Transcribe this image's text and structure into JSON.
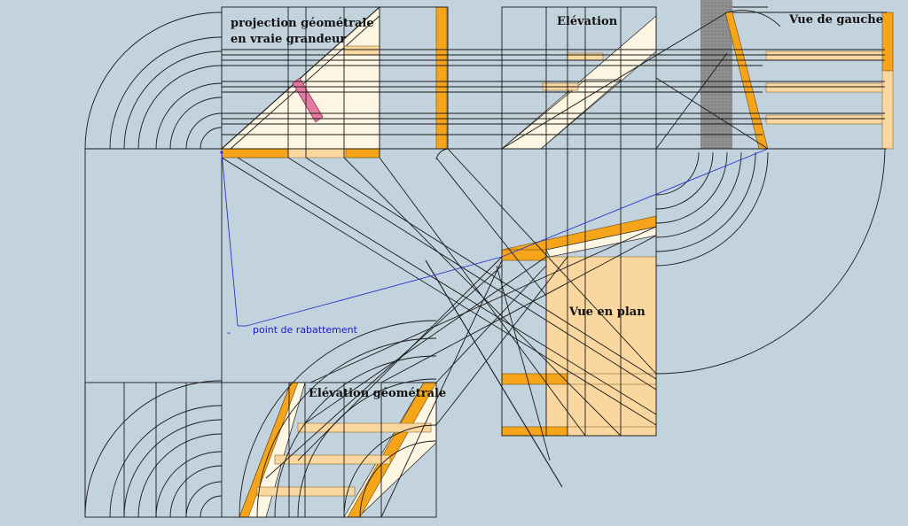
{
  "diagram": {
    "labels": {
      "projection_line1": "projection géométrale",
      "projection_line2": "en vraie grandeur",
      "elevation": "Elévation",
      "vue_gauche": "Vue de gauche",
      "vue_plan": "Vue en plan",
      "elevation_geometrale": "Elévation géométrale",
      "point_rabattement": "point de rabattement",
      "dash_mark": "-"
    },
    "colors": {
      "background": "#c3d3de",
      "construction_line": "#1a1a1a",
      "rabattement_line": "#2233cc",
      "piece_orange": "#f6a51a",
      "piece_light_orange": "#fad79f",
      "piece_cream": "#fdf6e2",
      "piece_pink": "#e47aa0",
      "wall_grey": "#8c8c8c"
    }
  }
}
